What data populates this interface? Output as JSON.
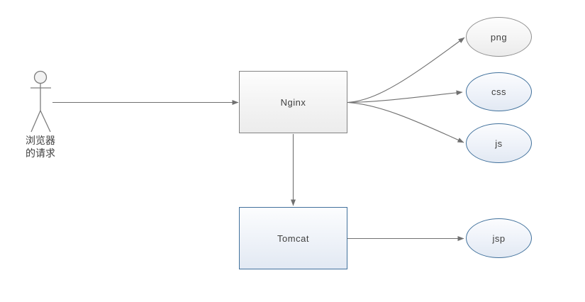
{
  "diagram": {
    "background": "#ffffff",
    "actor": {
      "label_line1": "浏览器",
      "label_line2": "的请求"
    },
    "nodes": {
      "nginx": {
        "label": "Nginx",
        "shape": "rectangle",
        "variant": "grey"
      },
      "tomcat": {
        "label": "Tomcat",
        "shape": "rectangle",
        "variant": "blue"
      },
      "png": {
        "label": "png",
        "shape": "ellipse",
        "variant": "grey"
      },
      "css": {
        "label": "css",
        "shape": "ellipse",
        "variant": "blue"
      },
      "js": {
        "label": "js",
        "shape": "ellipse",
        "variant": "blue"
      },
      "jsp": {
        "label": "jsp",
        "shape": "ellipse",
        "variant": "blue"
      }
    },
    "edges": [
      {
        "from": "actor",
        "to": "nginx",
        "style": "straight-arrow"
      },
      {
        "from": "nginx",
        "to": "png",
        "style": "curved-arrow"
      },
      {
        "from": "nginx",
        "to": "css",
        "style": "curved-arrow"
      },
      {
        "from": "nginx",
        "to": "js",
        "style": "curved-arrow"
      },
      {
        "from": "nginx",
        "to": "tomcat",
        "style": "straight-arrow"
      },
      {
        "from": "tomcat",
        "to": "jsp",
        "style": "straight-arrow"
      }
    ],
    "colors": {
      "grey_border": "#828282",
      "blue_border": "#41719c",
      "arrow": "#707070",
      "text": "#3f3f3f",
      "grey_fill_top": "#fdfdfd",
      "grey_fill_bottom": "#ececec",
      "blue_fill_top": "#fcfdfe",
      "blue_fill_bottom": "#e2e9f3"
    }
  }
}
